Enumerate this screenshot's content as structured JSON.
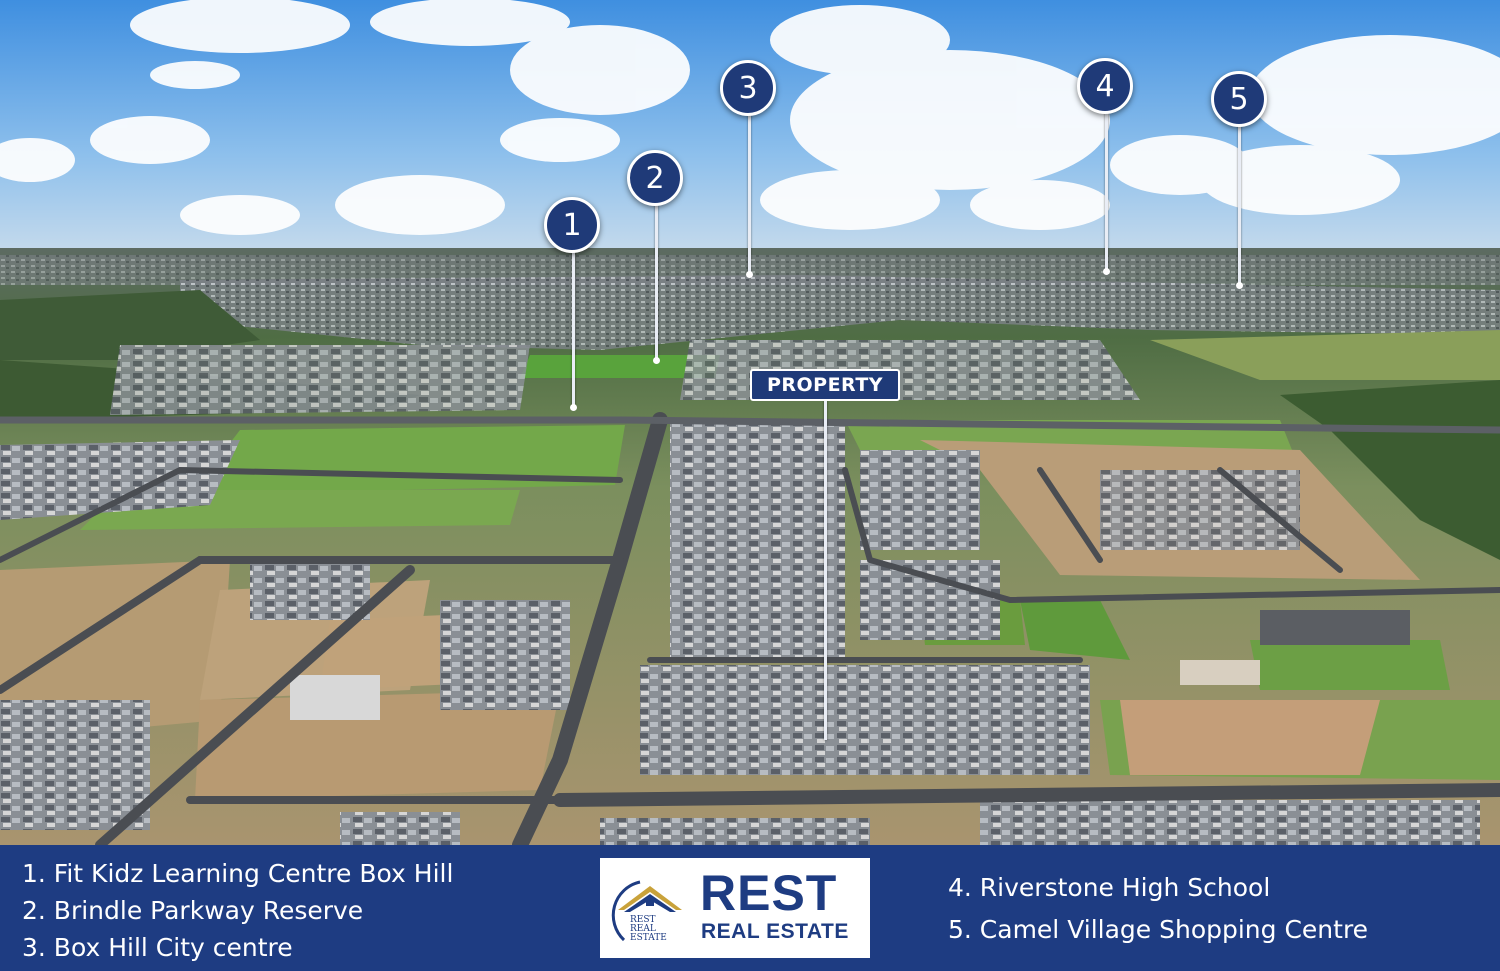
{
  "pins": [
    {
      "label": "1"
    },
    {
      "label": "2"
    },
    {
      "label": "3"
    },
    {
      "label": "4"
    },
    {
      "label": "5"
    }
  ],
  "property_label": "PROPERTY",
  "legend": {
    "left": [
      "1. Fit Kidz Learning Centre Box Hill",
      "2. Brindle Parkway Reserve",
      "3. Box Hill City centre"
    ],
    "right": [
      "4. Riverstone High School",
      "5. Camel Village Shopping Centre"
    ]
  },
  "logo": {
    "title": "REST",
    "subtitle": "REAL ESTATE",
    "small_lines": [
      "REST",
      "REAL",
      "ESTATE"
    ]
  },
  "colors": {
    "brand_blue": "#1e3c82",
    "sky": "#7fb4e6",
    "grass": "#6fa64a"
  }
}
